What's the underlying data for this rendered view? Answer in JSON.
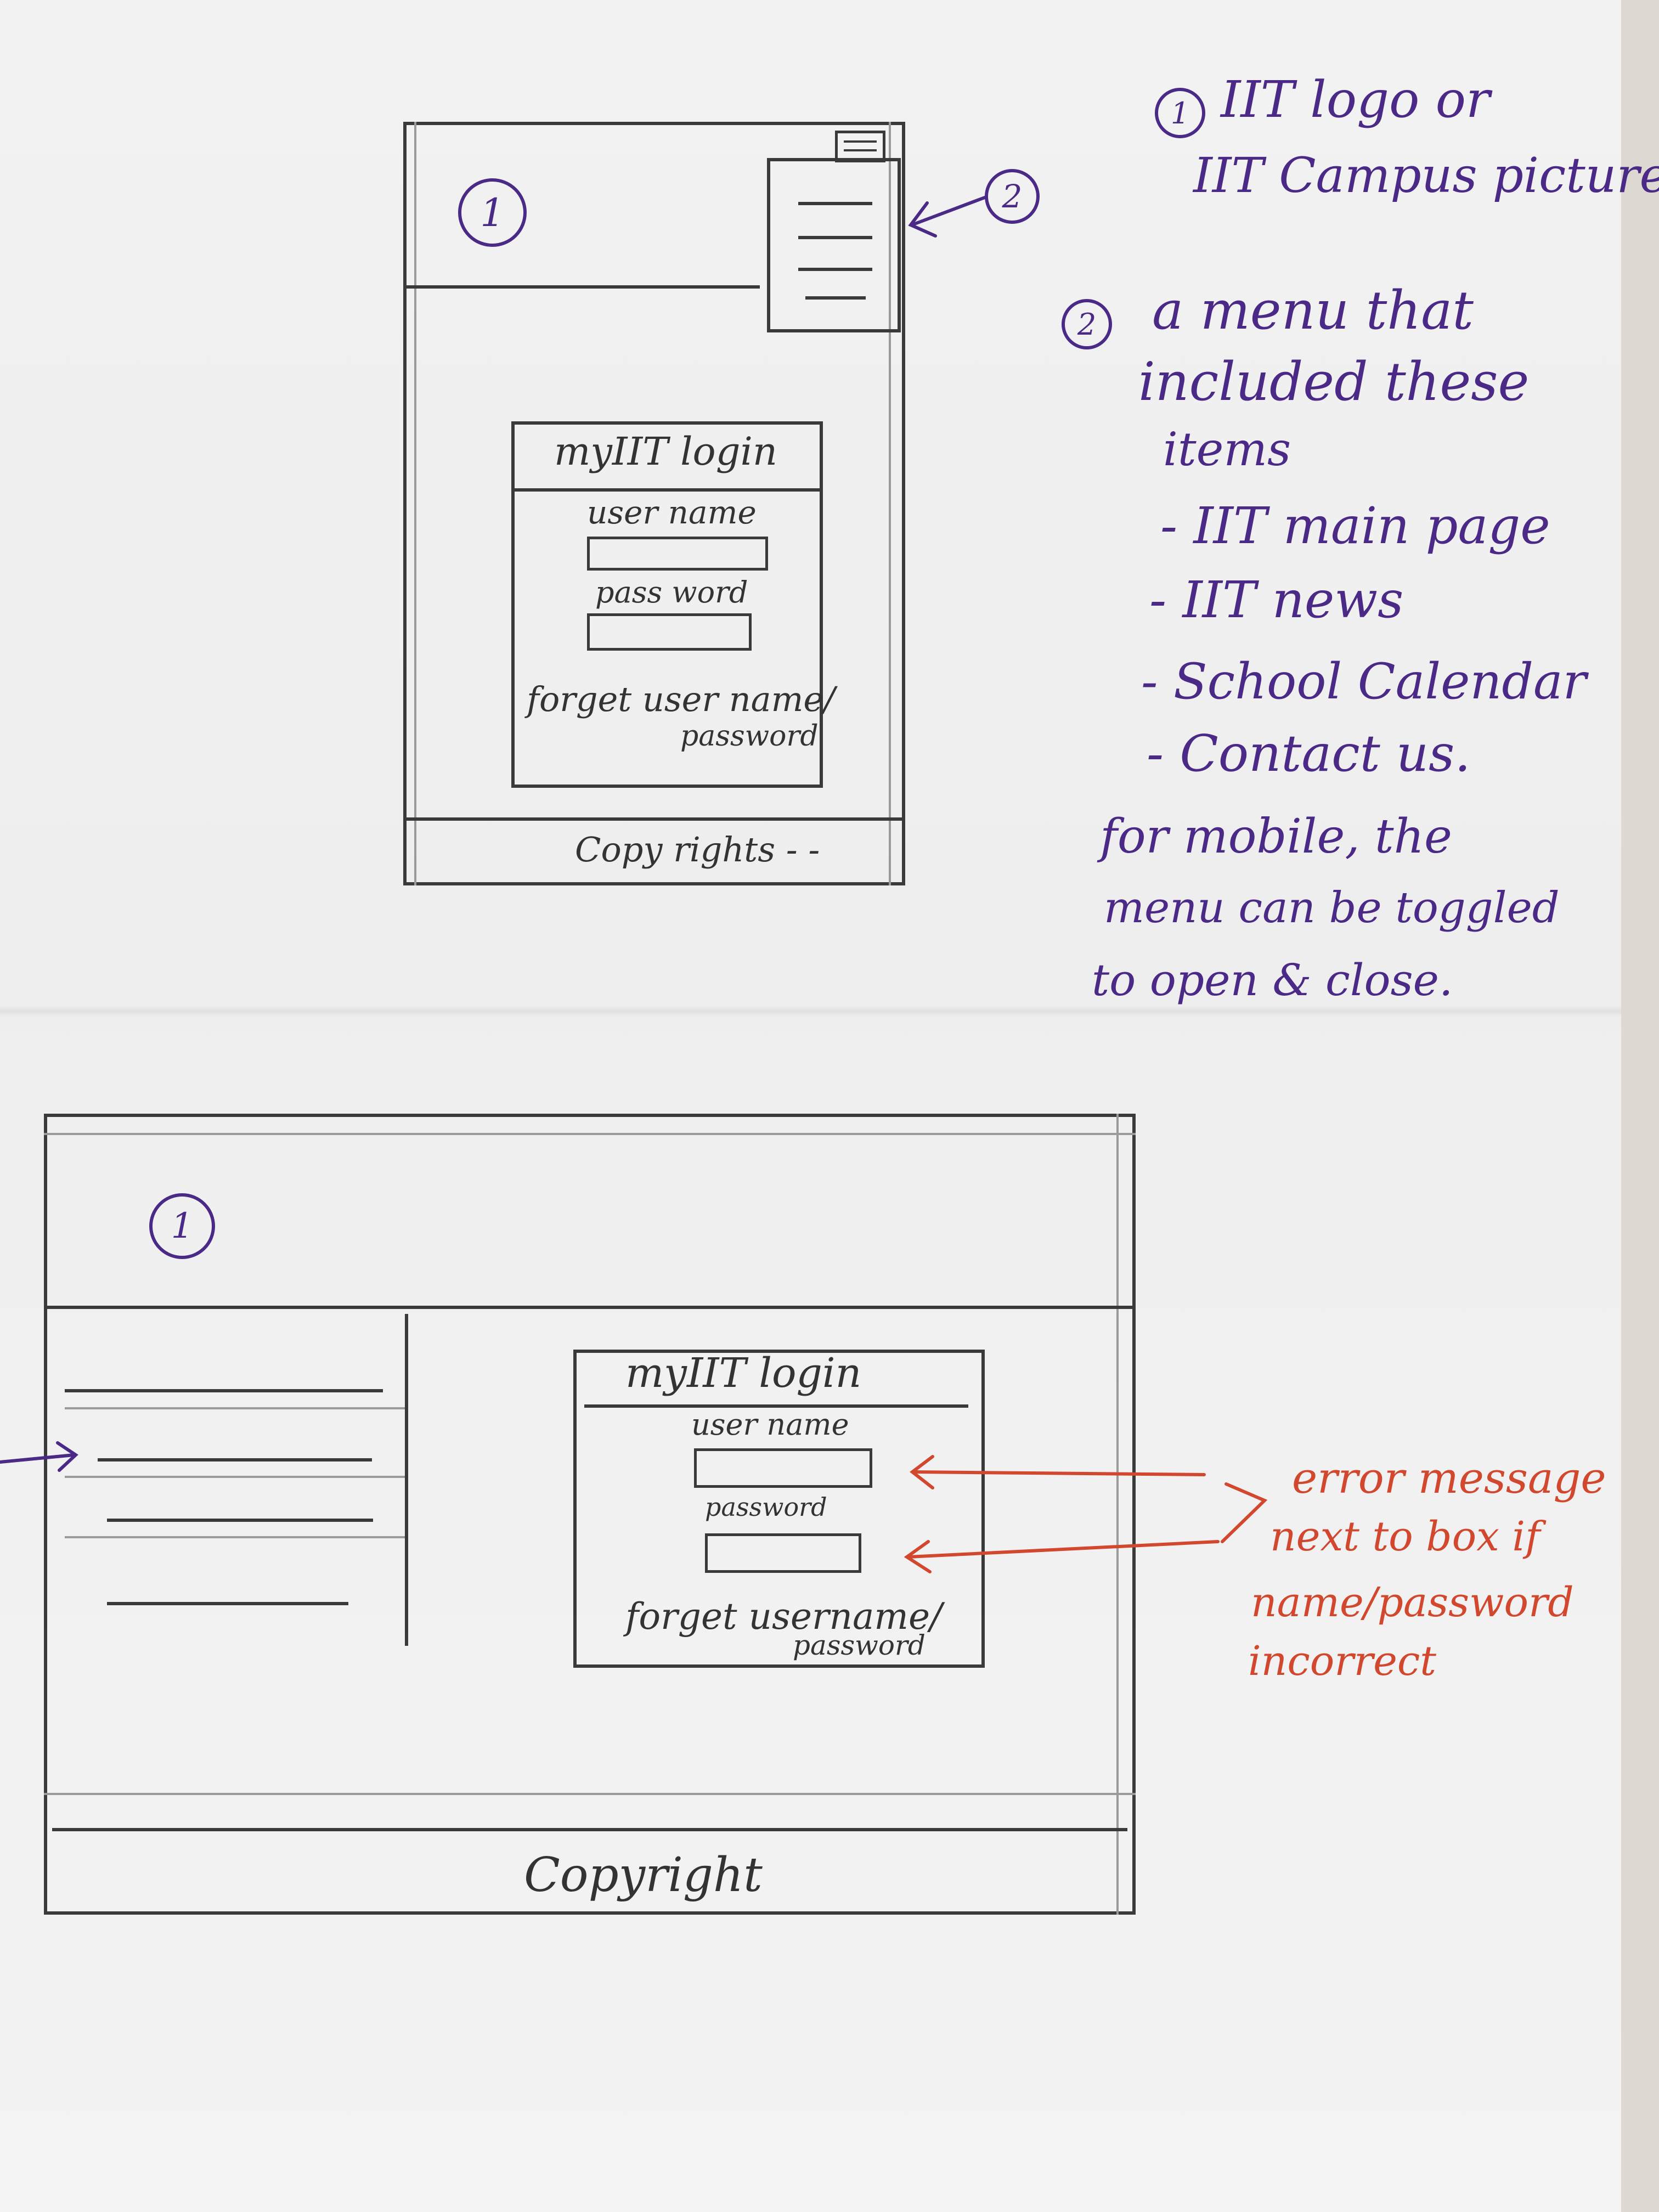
{
  "colors": {
    "pencil": "#3a3a3a",
    "purple_ink": "#4a2a86",
    "red_ink": "#d2482f",
    "paper": "#f1f1f1"
  },
  "mobile": {
    "marker_header": "1",
    "marker_menu": "2",
    "login_title": "myIIT login",
    "username_label": "user name",
    "password_label": "pass word",
    "forgot_line1": "forget user name/",
    "forgot_line2": "password",
    "footer": "Copy rights - -"
  },
  "notes": {
    "note1_num": "1",
    "note1_line1": "IIT logo or",
    "note1_line2": "IIT Campus picture",
    "note2_num": "2",
    "note2_line1": "a menu that",
    "note2_line2": "included these",
    "note2_line3": "items",
    "menu_items": [
      "- IIT main page",
      "- IIT news",
      "- School Calendar",
      "- Contact us."
    ],
    "mobile_note_line1": "for mobile, the",
    "mobile_note_line2": "menu can be toggled",
    "mobile_note_line3": "to open & close."
  },
  "desktop": {
    "marker_header": "1",
    "login_title": "myIIT login",
    "username_label": "user name",
    "password_label": "password",
    "forgot_line1": "forget username/",
    "forgot_line2": "password",
    "footer": "Copyright"
  },
  "error_note": {
    "line1": "error message",
    "line2": "next to box if",
    "line3": "name/password",
    "line4": "incorrect"
  }
}
